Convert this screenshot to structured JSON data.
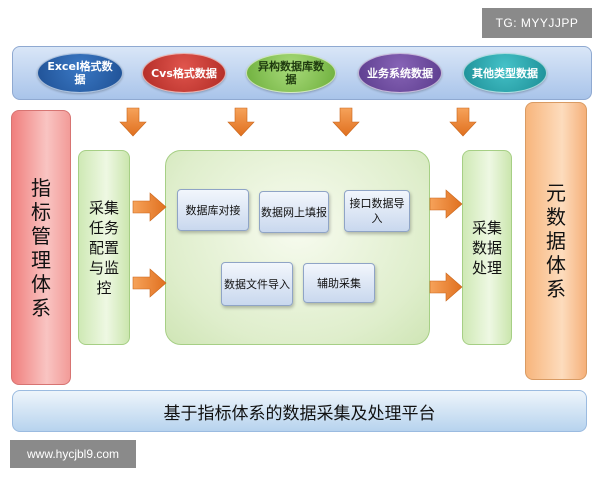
{
  "watermark_top": "TG: MYYJJPP",
  "watermark_bottom": "www.hycjbl9.com",
  "sources": [
    {
      "label": "Excel格式数据",
      "color": "#2a5fa8"
    },
    {
      "label": "Cvs格式数据",
      "color": "#c8352f"
    },
    {
      "label": "异构数据库数据",
      "color": "#8cc558"
    },
    {
      "label": "业务系统数据",
      "color": "#6e4aa0"
    },
    {
      "label": "其他类型数据",
      "color": "#2aa8b0"
    }
  ],
  "left_panel": [
    "指",
    "标",
    "管",
    "理",
    "体",
    "系"
  ],
  "right_panel": [
    "元",
    "数",
    "据",
    "体",
    "系"
  ],
  "left_column": [
    "采集",
    "任务",
    "配置",
    "与监",
    "控"
  ],
  "right_column": [
    "采集",
    "数据",
    "处理"
  ],
  "tasks": [
    {
      "label": "数据库对接"
    },
    {
      "label": "数据网上填报"
    },
    {
      "label": "接口数据导入"
    },
    {
      "label": "数据文件导入"
    },
    {
      "label": "辅助采集"
    }
  ],
  "platform_title": "基于指标体系的数据采集及处理平台",
  "colors": {
    "arrow": "#f08a38",
    "arrow_dark": "#c9651a"
  }
}
